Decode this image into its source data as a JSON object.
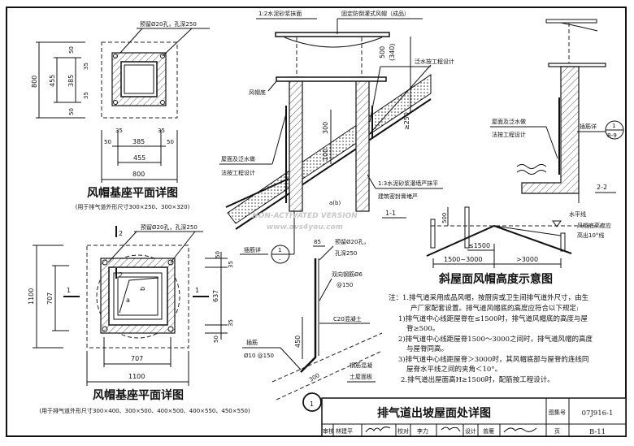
{
  "plan_small": {
    "hole_note": "预留Ø20孔，孔深250",
    "dims_vertical": [
      "800",
      "455",
      "385",
      "50",
      "35",
      "35",
      "50"
    ],
    "dims_horizontal": [
      "35",
      "35",
      "50",
      "385",
      "50",
      "455",
      "800"
    ],
    "title": "风帽基座平面详图",
    "subtitle": "(用于排气道外形尺寸300×250、300×320)"
  },
  "plan_large": {
    "hole_note": "预留Ø20孔，孔深250",
    "section_marks": [
      "1",
      "1",
      "2",
      "2"
    ],
    "inner_labels": [
      "a",
      "b"
    ],
    "dims_vertical_left": [
      "1100",
      "707"
    ],
    "dims_vertical_right": [
      "50",
      "35",
      "637",
      "35",
      "50"
    ],
    "dims_horizontal": [
      "707",
      "1100"
    ],
    "title": "风帽基座平面详图",
    "subtitle": "(用于排气道外形尺寸300×400、300×500、400×500、400×550、450×550)"
  },
  "section_1_1": {
    "label_top_left": "1:2水泥砂浆抹面",
    "label_top_right": "固定防倒灌式风帽（成品）",
    "label_cap_base": "风帽底",
    "label_flashing": "泛水按工程设计",
    "label_roof_1": "屋面及泛水做",
    "label_roof_2": "法按工程设计",
    "label_mortar": "1:3水泥砂浆灌墙严抹平",
    "label_sealant": "建筑密封膏堵严",
    "dims": [
      "500",
      "(340)",
      "≥250",
      "300",
      "100"
    ],
    "ab_label": "a(b)",
    "title": "1-1",
    "rebar_ref": "插筋详",
    "ref_num": "1",
    "ref_sheet": "-"
  },
  "section_2_2": {
    "label_roof_1": "屋面及泛水做",
    "label_roof_2": "法按工程设计",
    "rebar_ref": "插筋详",
    "ref_num": "1",
    "ref_sheet": "B-9",
    "title": "2-2"
  },
  "roof_diagram": {
    "dim_500": "500",
    "label_horizontal": "水平线",
    "label_cap_1": "风帽底高度应",
    "label_cap_2": "高出10°线",
    "dims": [
      "≤1500",
      "1500~3000",
      ">3000"
    ],
    "title": "斜屋面风帽高度示意图"
  },
  "detail_1": {
    "dim_85": "85",
    "hole_note_1": "预留Ø20孔，",
    "hole_note_2": "孔深250",
    "rebar_1": "双向钢筋Ø6",
    "rebar_2": "@150",
    "concrete": "C20混凝土",
    "dowel_1": "插筋",
    "dowel_2": "Ø10 @150",
    "dims": [
      "450",
      "300"
    ],
    "slab_1": "钢筋混凝",
    "slab_2": "土屋面板",
    "marker": "1"
  },
  "notes": {
    "lines": [
      "注：1.排气道采用成品风帽，按厨房或卫生间排气道外尺寸，由生",
      "产厂家配套设置。排气道风帽底的高度应符合以下规定:",
      "1)排气道中心线距屋脊在≤1500时，排气道风帽底的高度与屋",
      "脊≥500。",
      "2)排气道中心线距屋脊1500～3000之间时，排气道风帽的高度",
      "与屋脊同高。",
      "3)排气道中心线距屋脊＞3000时，其风帽底部与屋脊的连线同",
      "屋脊水平线之间的夹角＜10°。",
      "2.排气道出屋面高H≥1500时，配筋按工程设计。"
    ]
  },
  "title_block": {
    "title": "排气道出坡屋面处详图",
    "atlas_label": "图集号",
    "atlas_no": "07J916-1",
    "review_label": "审核",
    "reviewer": "林建平",
    "check_label": "校对",
    "checker": "李力",
    "design_label": "设计",
    "designer": "曾雁",
    "page_label": "页",
    "page_no": "B-11"
  },
  "watermark": {
    "line1": "NON-ACTIVATED VERSION",
    "line2": "www.avs4you.com"
  }
}
